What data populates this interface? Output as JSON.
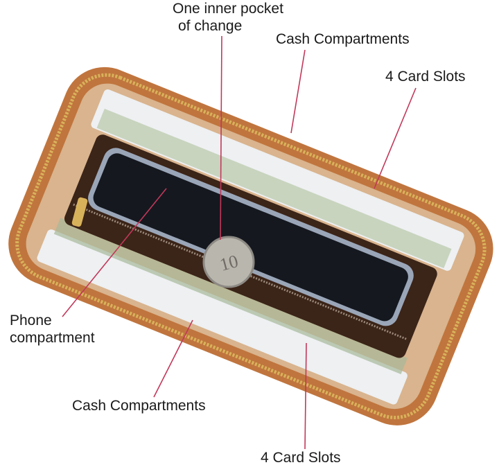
{
  "labels": {
    "inner_pocket_line1": "One inner pocket",
    "inner_pocket_line2": "of change",
    "cash_top": "Cash Compartments",
    "card_slots_top": "4 Card Slots",
    "phone_line1": "Phone",
    "phone_line2": "compartment",
    "cash_bottom": "Cash Compartments",
    "card_slots_bottom": "4 Card Slots"
  },
  "colors": {
    "leader_line": "#c2385a",
    "cork": "#d9b48e",
    "zipper_trim": "#c0753e",
    "lining": "#3b2418"
  }
}
